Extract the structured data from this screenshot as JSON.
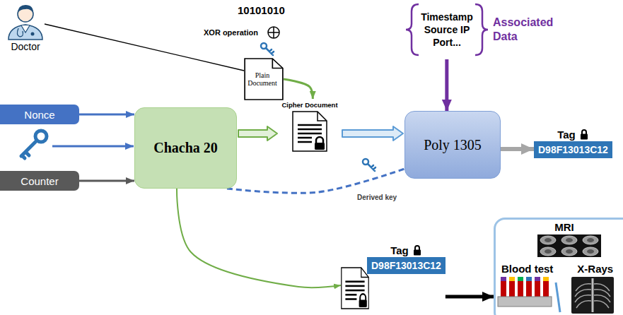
{
  "diagram": {
    "nodes": [
      {
        "text": [
          "Doctor"
        ]
      },
      {
        "text": [
          "Timestamp Source IP Port...",
          "Associated Data"
        ]
      },
      {
        "text": [
          "Nonce"
        ]
      },
      {
        "text": [
          "Chacha 20"
        ]
      },
      {
        "text": [
          "Counter"
        ]
      },
      {
        "text": [
          "Plain Document"
        ]
      },
      {
        "text": [
          "Cipher Document"
        ]
      },
      {
        "text": [
          "Poly 1305"
        ]
      },
      {
        "text": [
          "Tag",
          "D98F13013C12"
        ]
      },
      {
        "text": [
          "Tag",
          "D98F13013C12"
        ]
      },
      {
        "text": [
          "MRI",
          "Blood test",
          "X-Rays"
        ]
      }
    ],
    "edges": [
      {
        "from": 0,
        "to": 5,
        "arrow": "none"
      },
      {
        "from": 2,
        "to": 3,
        "arrow": "to"
      },
      {
        "from": 4,
        "to": 3,
        "arrow": "to"
      },
      {
        "from": 5,
        "to": 6,
        "arrow": "to"
      },
      {
        "from": 3,
        "to": 6,
        "arrow": "to"
      },
      {
        "from": 6,
        "to": 7,
        "arrow": "to"
      },
      {
        "from": 3,
        "to": 7,
        "label": "Derived key",
        "arrow": "none"
      },
      {
        "from": 1,
        "to": 7,
        "arrow": "to"
      },
      {
        "from": 7,
        "to": 8,
        "arrow": "to"
      },
      {
        "from": 3,
        "to": 9,
        "arrow": "to"
      },
      {
        "from": 9,
        "to": 10,
        "arrow": "to"
      }
    ],
    "labels": [
      "10101010",
      "XOR operation"
    ]
  }
}
